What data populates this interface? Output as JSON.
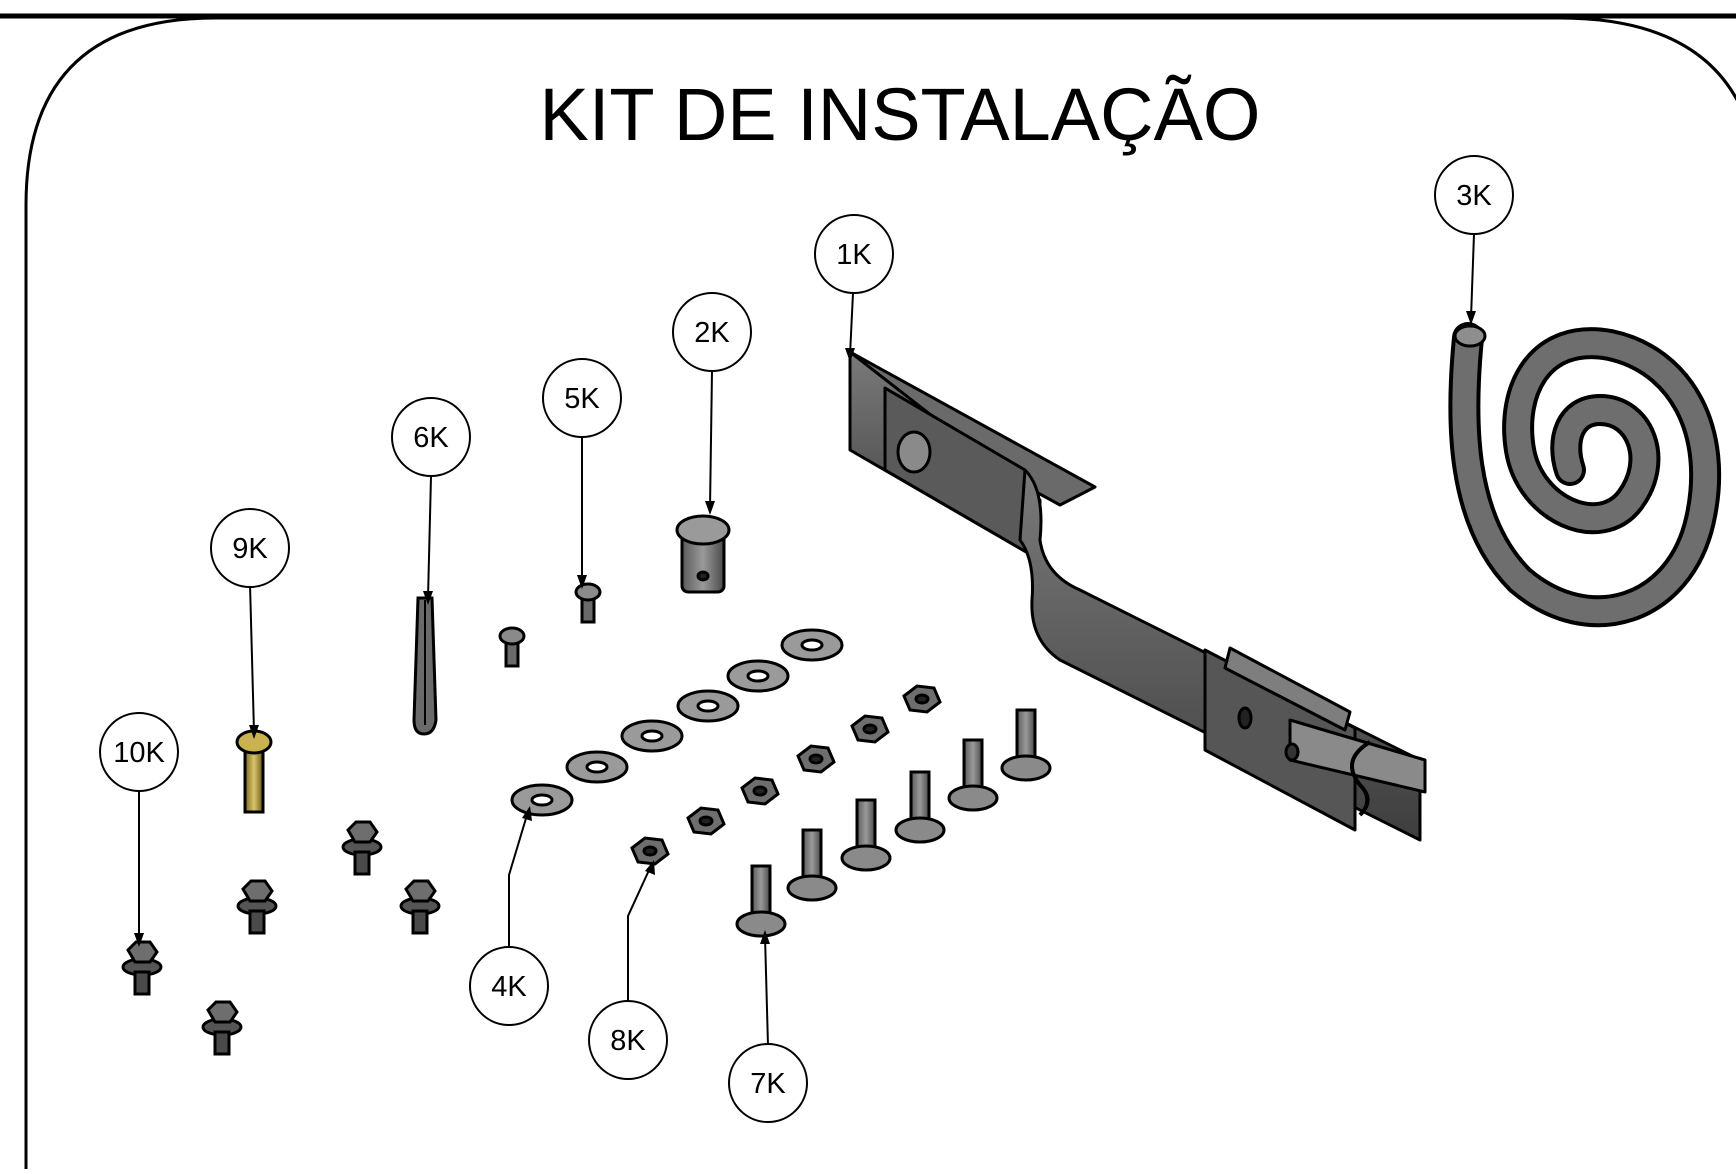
{
  "title": "KIT DE INSTALAÇÃO",
  "colors": {
    "part_dark": "#4a4a4a",
    "part_mid": "#6a6a6a",
    "part_light": "#8e8e8e",
    "washer": "#9a9a9a",
    "brass": "#b8a14a",
    "outline": "#000000"
  },
  "callouts": [
    {
      "id": "1k",
      "label": "1K"
    },
    {
      "id": "2k",
      "label": "2K"
    },
    {
      "id": "3k",
      "label": "3K"
    },
    {
      "id": "4k",
      "label": "4K"
    },
    {
      "id": "5k",
      "label": "5K"
    },
    {
      "id": "6k",
      "label": "6K"
    },
    {
      "id": "7k",
      "label": "7K"
    },
    {
      "id": "8k",
      "label": "8K"
    },
    {
      "id": "9k",
      "label": "9K"
    },
    {
      "id": "10k",
      "label": "10K"
    }
  ]
}
